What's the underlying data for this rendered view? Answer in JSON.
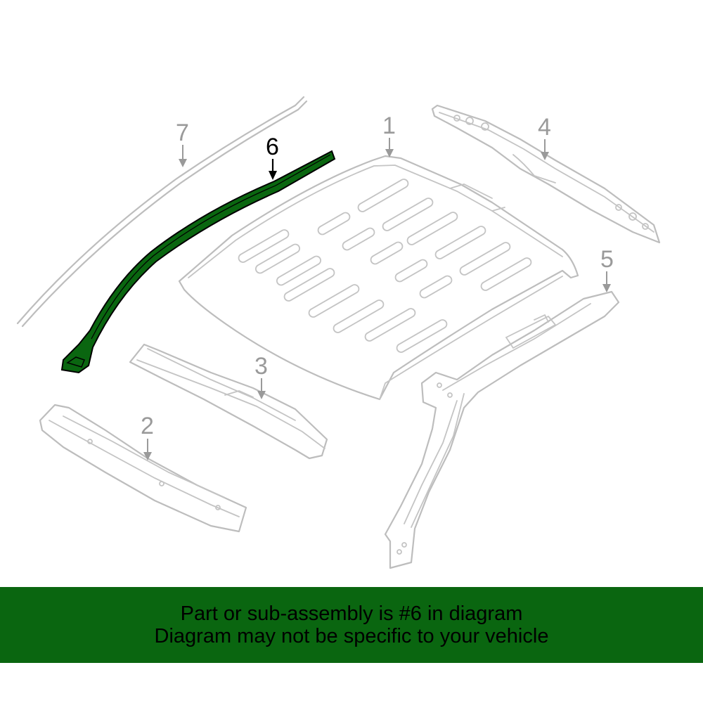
{
  "diagram": {
    "callouts": [
      "1",
      "2",
      "3",
      "4",
      "5",
      "6",
      "7"
    ],
    "highlighted_part": "6",
    "highlight_color": "#0a6610",
    "line_color": "#bdbdbd"
  },
  "banner": {
    "line1": "Part or sub-assembly is #6 in diagram",
    "line2": "Diagram may not be specific to your vehicle",
    "background": "#0a6610"
  }
}
